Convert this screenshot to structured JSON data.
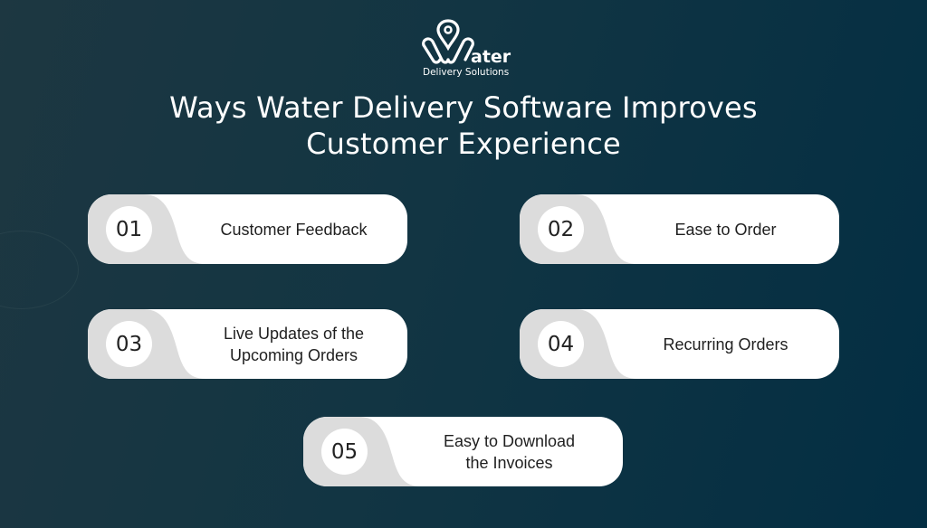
{
  "logo": {
    "wordmark": "ater",
    "subtitle": "Delivery Solutions",
    "icon": "water-drop-pin-w-icon"
  },
  "title": {
    "line1": "Ways Water Delivery Software Improves",
    "line2": "Customer Experience"
  },
  "colors": {
    "background_start": "#1d3741",
    "background_end": "#032e43",
    "card_gray": "#dcdcdc",
    "card_white": "#ffffff",
    "text_dark": "#1f1f1f"
  },
  "items": [
    {
      "number": "01",
      "label": "Customer Feedback"
    },
    {
      "number": "02",
      "label": "Ease to Order"
    },
    {
      "number": "03",
      "label": "Live Updates of the Upcoming Orders"
    },
    {
      "number": "04",
      "label": "Recurring Orders"
    },
    {
      "number": "05",
      "label": "Easy to Download the Invoices"
    }
  ]
}
